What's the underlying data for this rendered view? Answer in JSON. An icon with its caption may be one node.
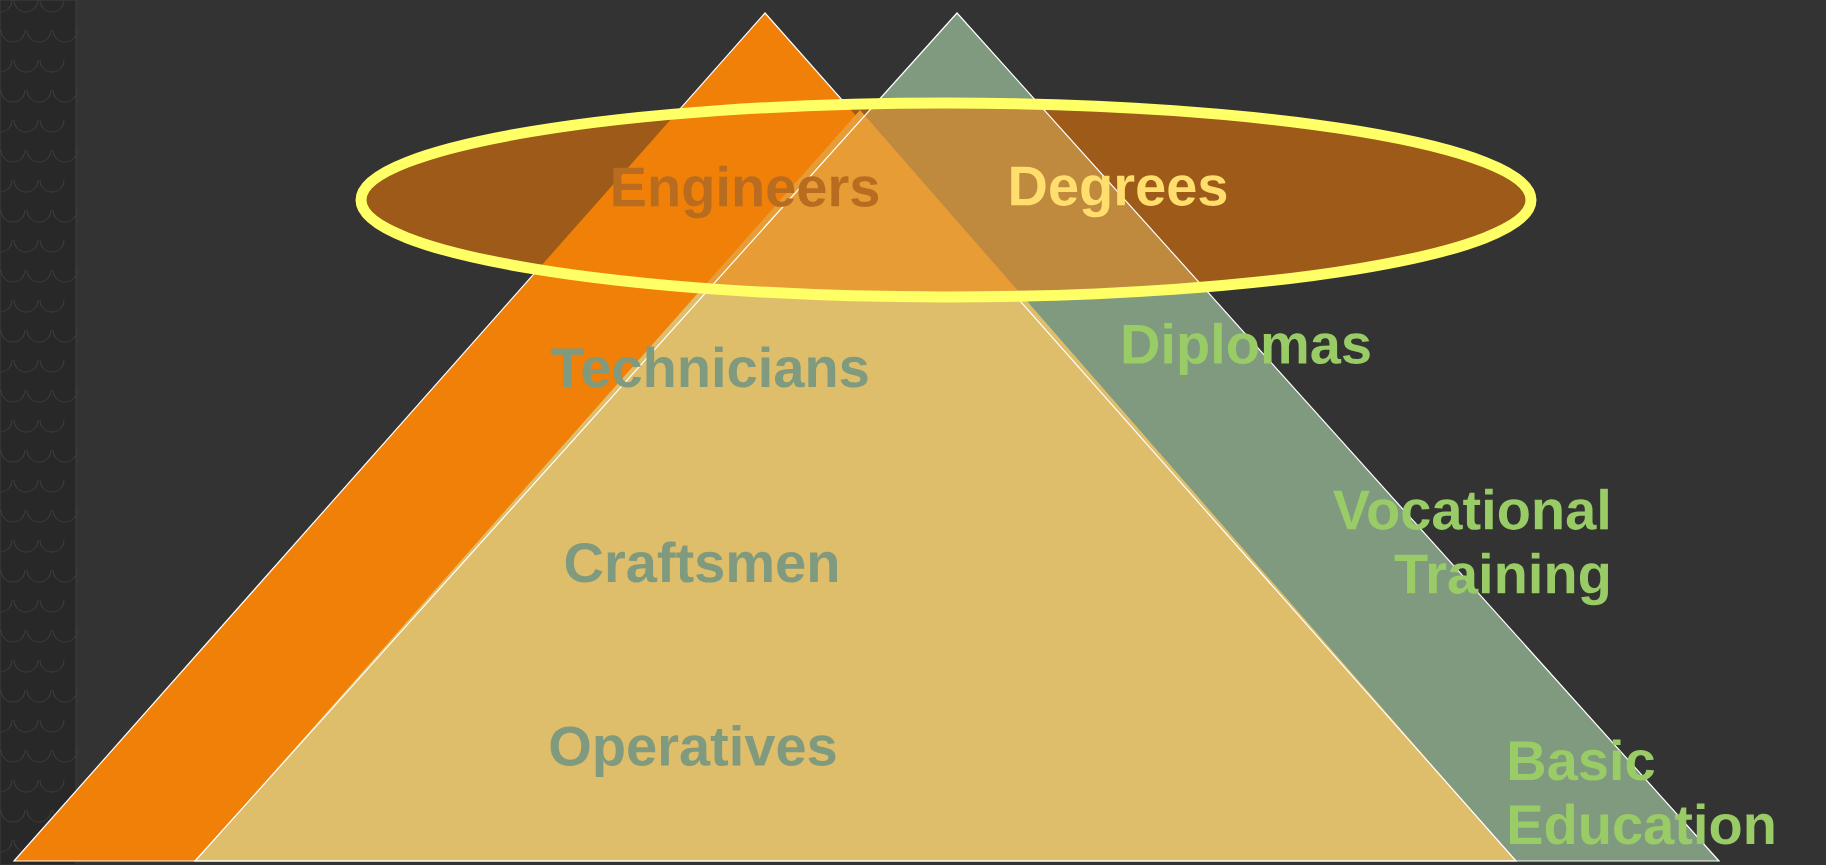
{
  "diagram": {
    "labels": [
      "Engineers",
      "Degrees",
      "Technicians",
      "Diplomas",
      "Craftsmen",
      "Vocational Training",
      "Operatives",
      "Basic Education"
    ]
  }
}
